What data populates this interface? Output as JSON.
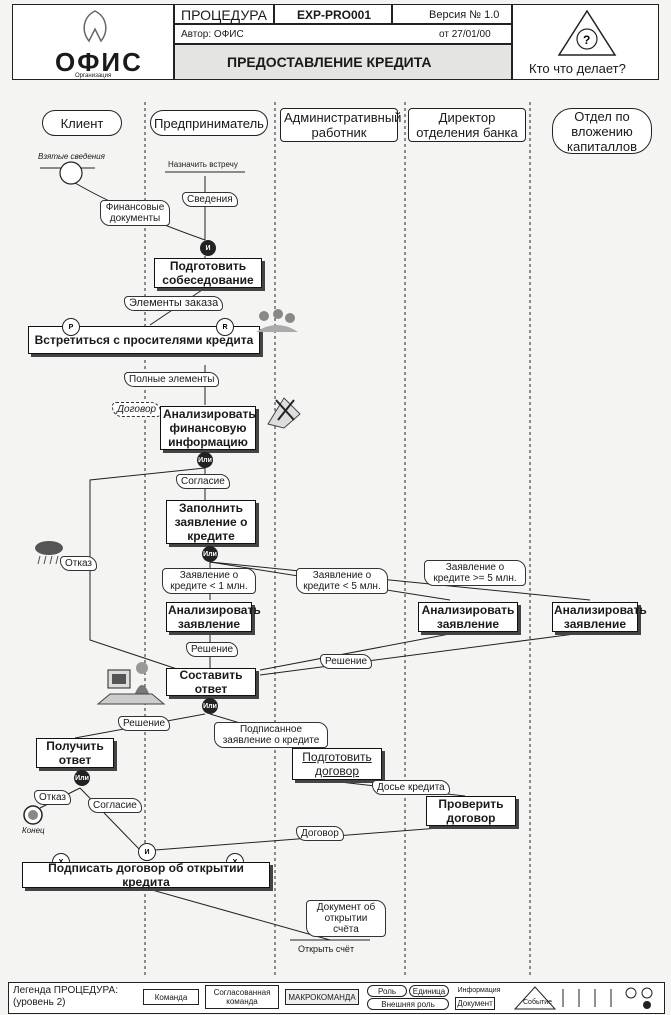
{
  "header": {
    "logo_text": "ОФИС",
    "logo_subtitle": "Организация",
    "procedure_label": "ПРОЦЕДУРА",
    "procedure_code": "EXP-PRO001",
    "version": "Версия № 1.0",
    "author": "Автор: ОФИС",
    "date": "от 27/01/00",
    "title": "ПРЕДОСТАВЛЕНИЕ КРЕДИТА",
    "who_does_what": "Кто что делает?"
  },
  "lanes": [
    {
      "label": "Клиент"
    },
    {
      "label": "Предприниматель"
    },
    {
      "label": "Административный работник"
    },
    {
      "label": "Директор отделения банка"
    },
    {
      "label": "Отдел по вложению капиталлов"
    }
  ],
  "tasks": {
    "prepare_interview": "Подготовить собеседование",
    "meet_applicants": "Встретиться с просителями кредита",
    "analyze_finance": "Анализировать финансовую информацию",
    "fill_application": "Заполнить заявление о кредите",
    "analyze_app_1": "Анализировать заявление",
    "analyze_app_2": "Анализировать заявление",
    "analyze_app_3": "Анализировать заявление",
    "compose_answer": "Составить ответ",
    "receive_answer": "Получить ответ",
    "prepare_contract": "Подготовить договор",
    "check_contract": "Проверить договор",
    "sign_contract": "Подписать договор об открытии кредита"
  },
  "flows": {
    "taken_info": "Взятые сведения",
    "financial_docs": "Финансовые документы",
    "assign_meeting": "Назначить встречу",
    "info": "Сведения",
    "order_elements": "Элементы заказа",
    "full_elements": "Полные элементы",
    "contract_note": "Договор",
    "consent_1": "Согласие",
    "refusal_1": "Отказ",
    "app_lt1": "Заявление о кредите < 1 млн.",
    "app_lt5": "Заявление о кредите < 5 млн.",
    "app_gte5": "Заявление о кредите >= 5 млн.",
    "decision_1": "Решение",
    "decision_2": "Решение",
    "decision_3": "Решение",
    "signed_app": "Подписанное заявление о кредите",
    "credit_file": "Досье кредита",
    "refusal_2": "Отказ",
    "consent_2": "Согласие",
    "contract": "Договор",
    "end": "Конец",
    "doc_opening": "Документ об открытии счёта",
    "open_account": "Открыть счёт"
  },
  "gates": {
    "and": "И",
    "or": "Или",
    "p": "P",
    "r": "R",
    "x": "X"
  },
  "legend": {
    "title": "Легенда ПРОЦЕДУРА: (уровень 2)",
    "team": "Команда",
    "coord_team": "Согласованная команда",
    "macro_team": "МАКРОКОМАНДА",
    "role": "Роль",
    "unit": "Единица",
    "external_role": "Внешняя роль",
    "information": "Информация",
    "document": "Документ",
    "event": "Событие"
  },
  "colors": {
    "ink": "#1a1a1a",
    "paper": "#f4f4f2",
    "box_fill": "#ffffff",
    "shadow": "#444444"
  }
}
